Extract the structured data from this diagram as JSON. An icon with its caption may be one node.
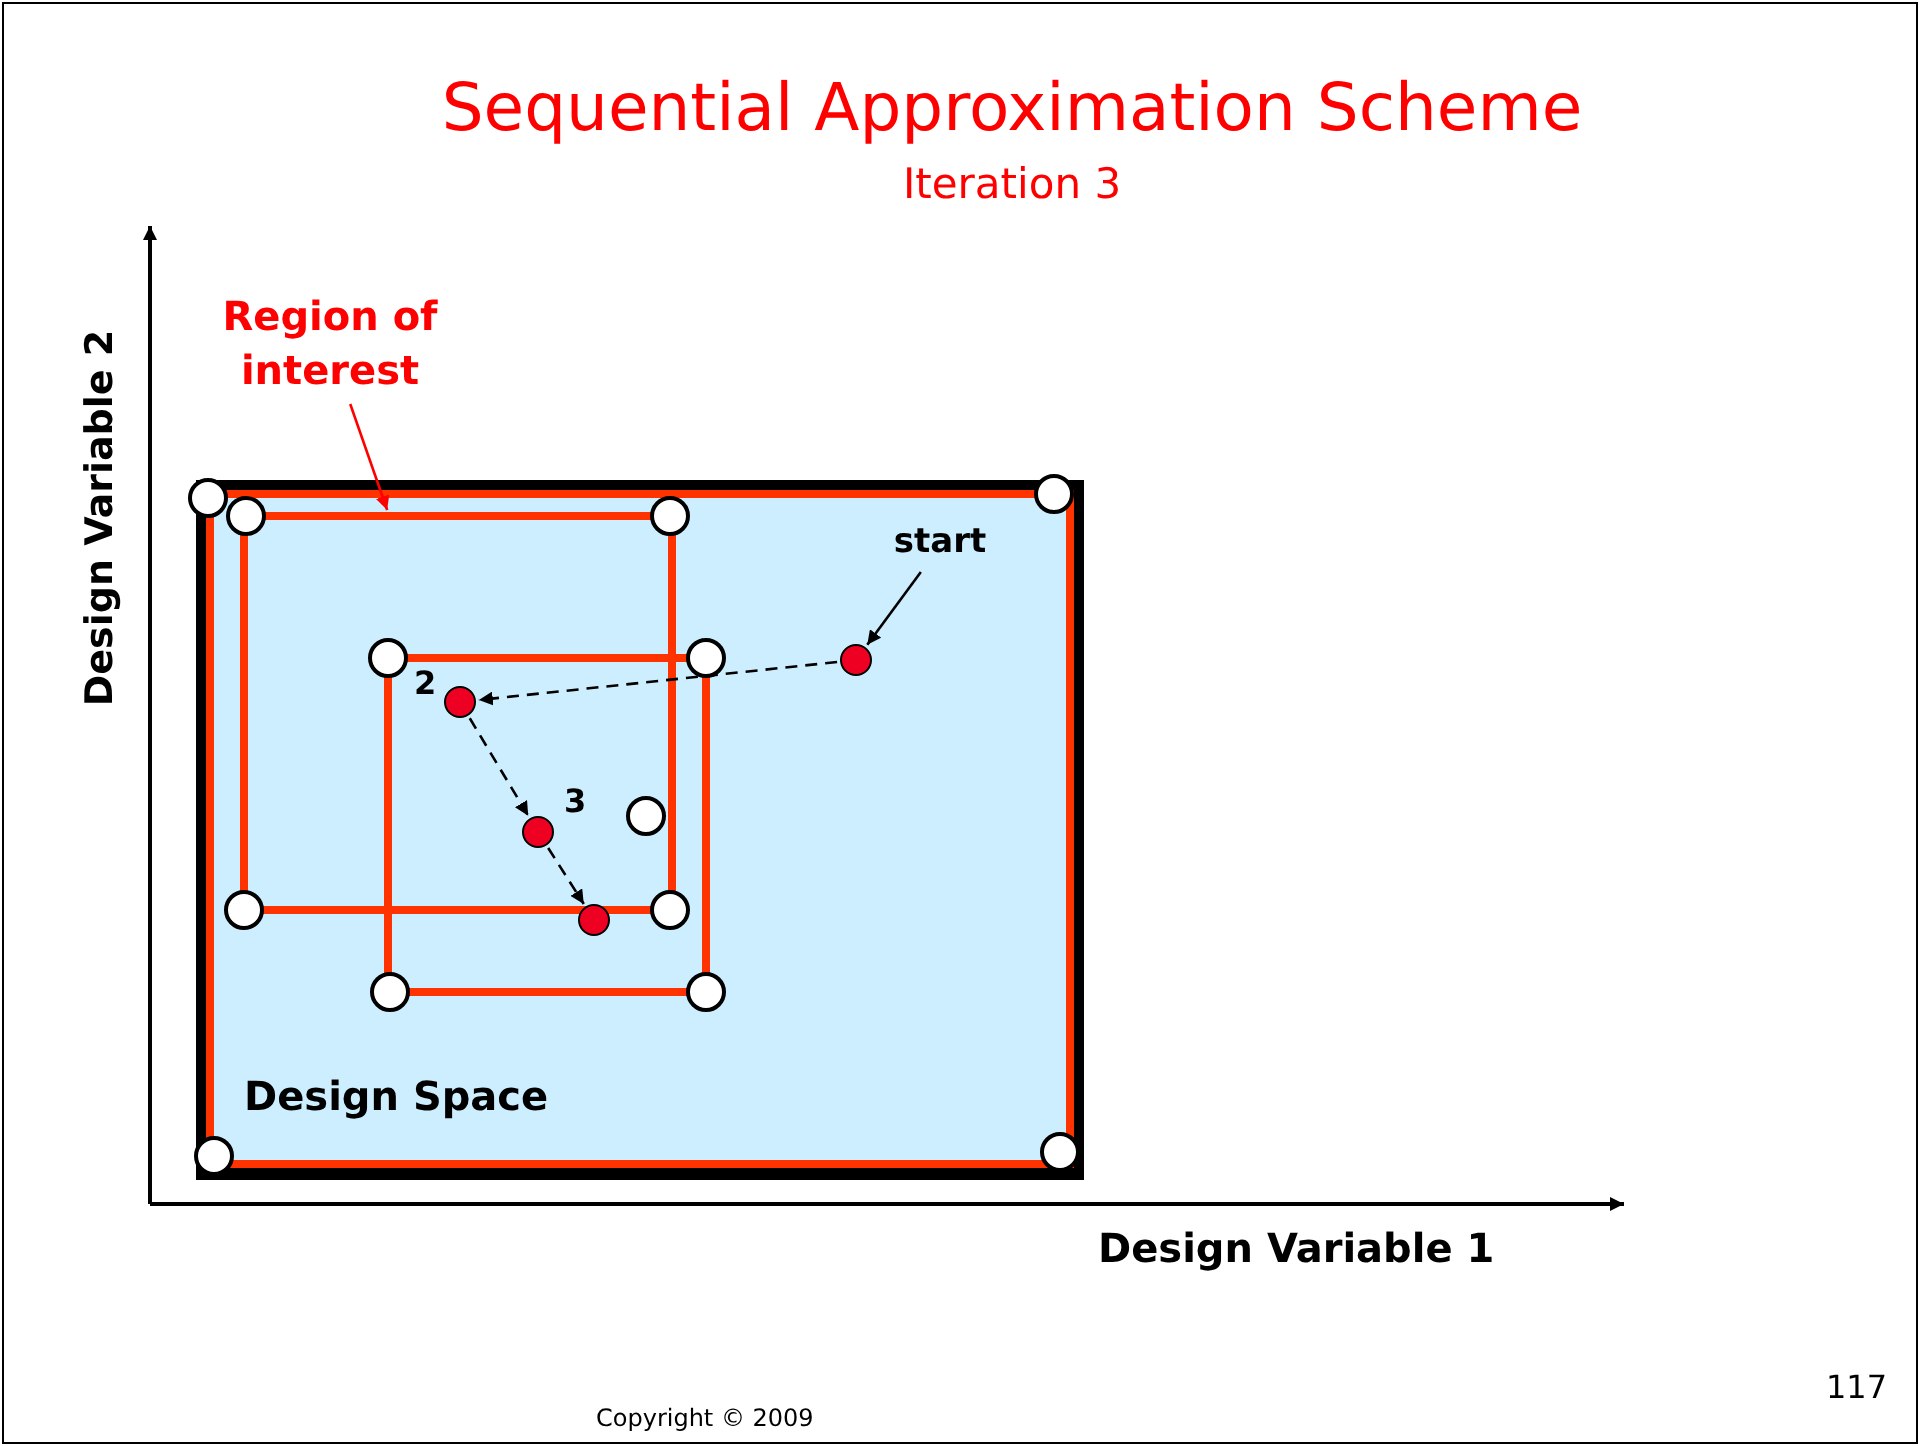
{
  "diagram": {
    "title": "Sequential Approximation Scheme",
    "nodes": [
      {
        "text": [
          "Region of interest"
        ]
      },
      {
        "text": [
          "Design Space"
        ]
      },
      {
        "text": [],
        "shape": "box",
        "in": 1
      },
      {
        "text": [
          "start"
        ],
        "in": 1
      },
      {
        "text": [],
        "shape": "circle",
        "in": 1
      },
      {
        "text": [],
        "shape": "circle",
        "in": 2,
        "beside": [
          "2"
        ]
      },
      {
        "text": [],
        "shape": "circle",
        "in": 2,
        "beside": [
          "3"
        ]
      },
      {
        "text": [],
        "shape": "circle",
        "in": 1
      }
    ],
    "edges": [
      {
        "from": 0,
        "to": 2,
        "arrow": "to",
        "color": "#ff0000"
      },
      {
        "from": 3,
        "to": 4,
        "arrow": "to"
      },
      {
        "from": 4,
        "to": 5,
        "arrow": "to",
        "style": "dashed"
      },
      {
        "from": 5,
        "to": 6,
        "arrow": "to",
        "style": "dashed"
      },
      {
        "from": 6,
        "to": 7,
        "arrow": "to",
        "style": "dashed"
      }
    ],
    "labels": [
      "Iteration 3",
      "Design Variable 2",
      "Design Variable 1",
      "Copyright © 2009",
      "117"
    ]
  }
}
